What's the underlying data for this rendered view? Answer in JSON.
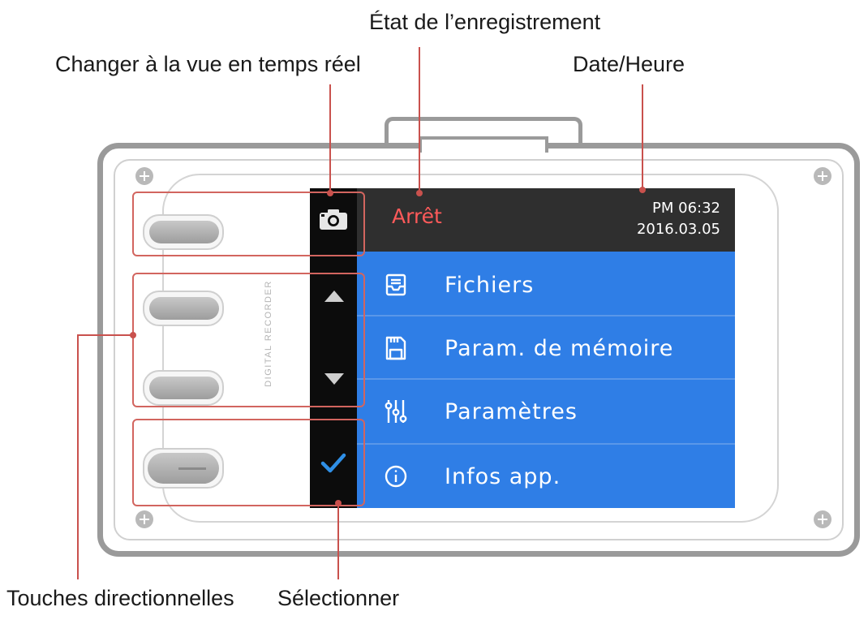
{
  "callouts": {
    "recording_status": "État de l’enregistrement",
    "live_view": "Changer à la vue en temps réel",
    "date_time": "Date/Heure",
    "direction_keys": "Touches directionnelles",
    "select": "Sélectionner"
  },
  "device": {
    "brand_text": "DIGITAL RECORDER"
  },
  "screen": {
    "status": "Arrêt",
    "time": "PM 06:32",
    "date": "2016.03.05",
    "menu": [
      {
        "label": "Fichiers",
        "icon": "inbox-tray-icon"
      },
      {
        "label": "Param. de mémoire",
        "icon": "sd-card-icon"
      },
      {
        "label": "Paramètres",
        "icon": "sliders-icon"
      },
      {
        "label": "Infos app.",
        "icon": "info-icon"
      }
    ]
  },
  "colors": {
    "menu_blue": "#2f7ee6",
    "header_dark": "#2f2f2f",
    "status_red": "#ff5a5a",
    "callout_red": "#c9514d",
    "check_blue": "#2f8fe6"
  }
}
